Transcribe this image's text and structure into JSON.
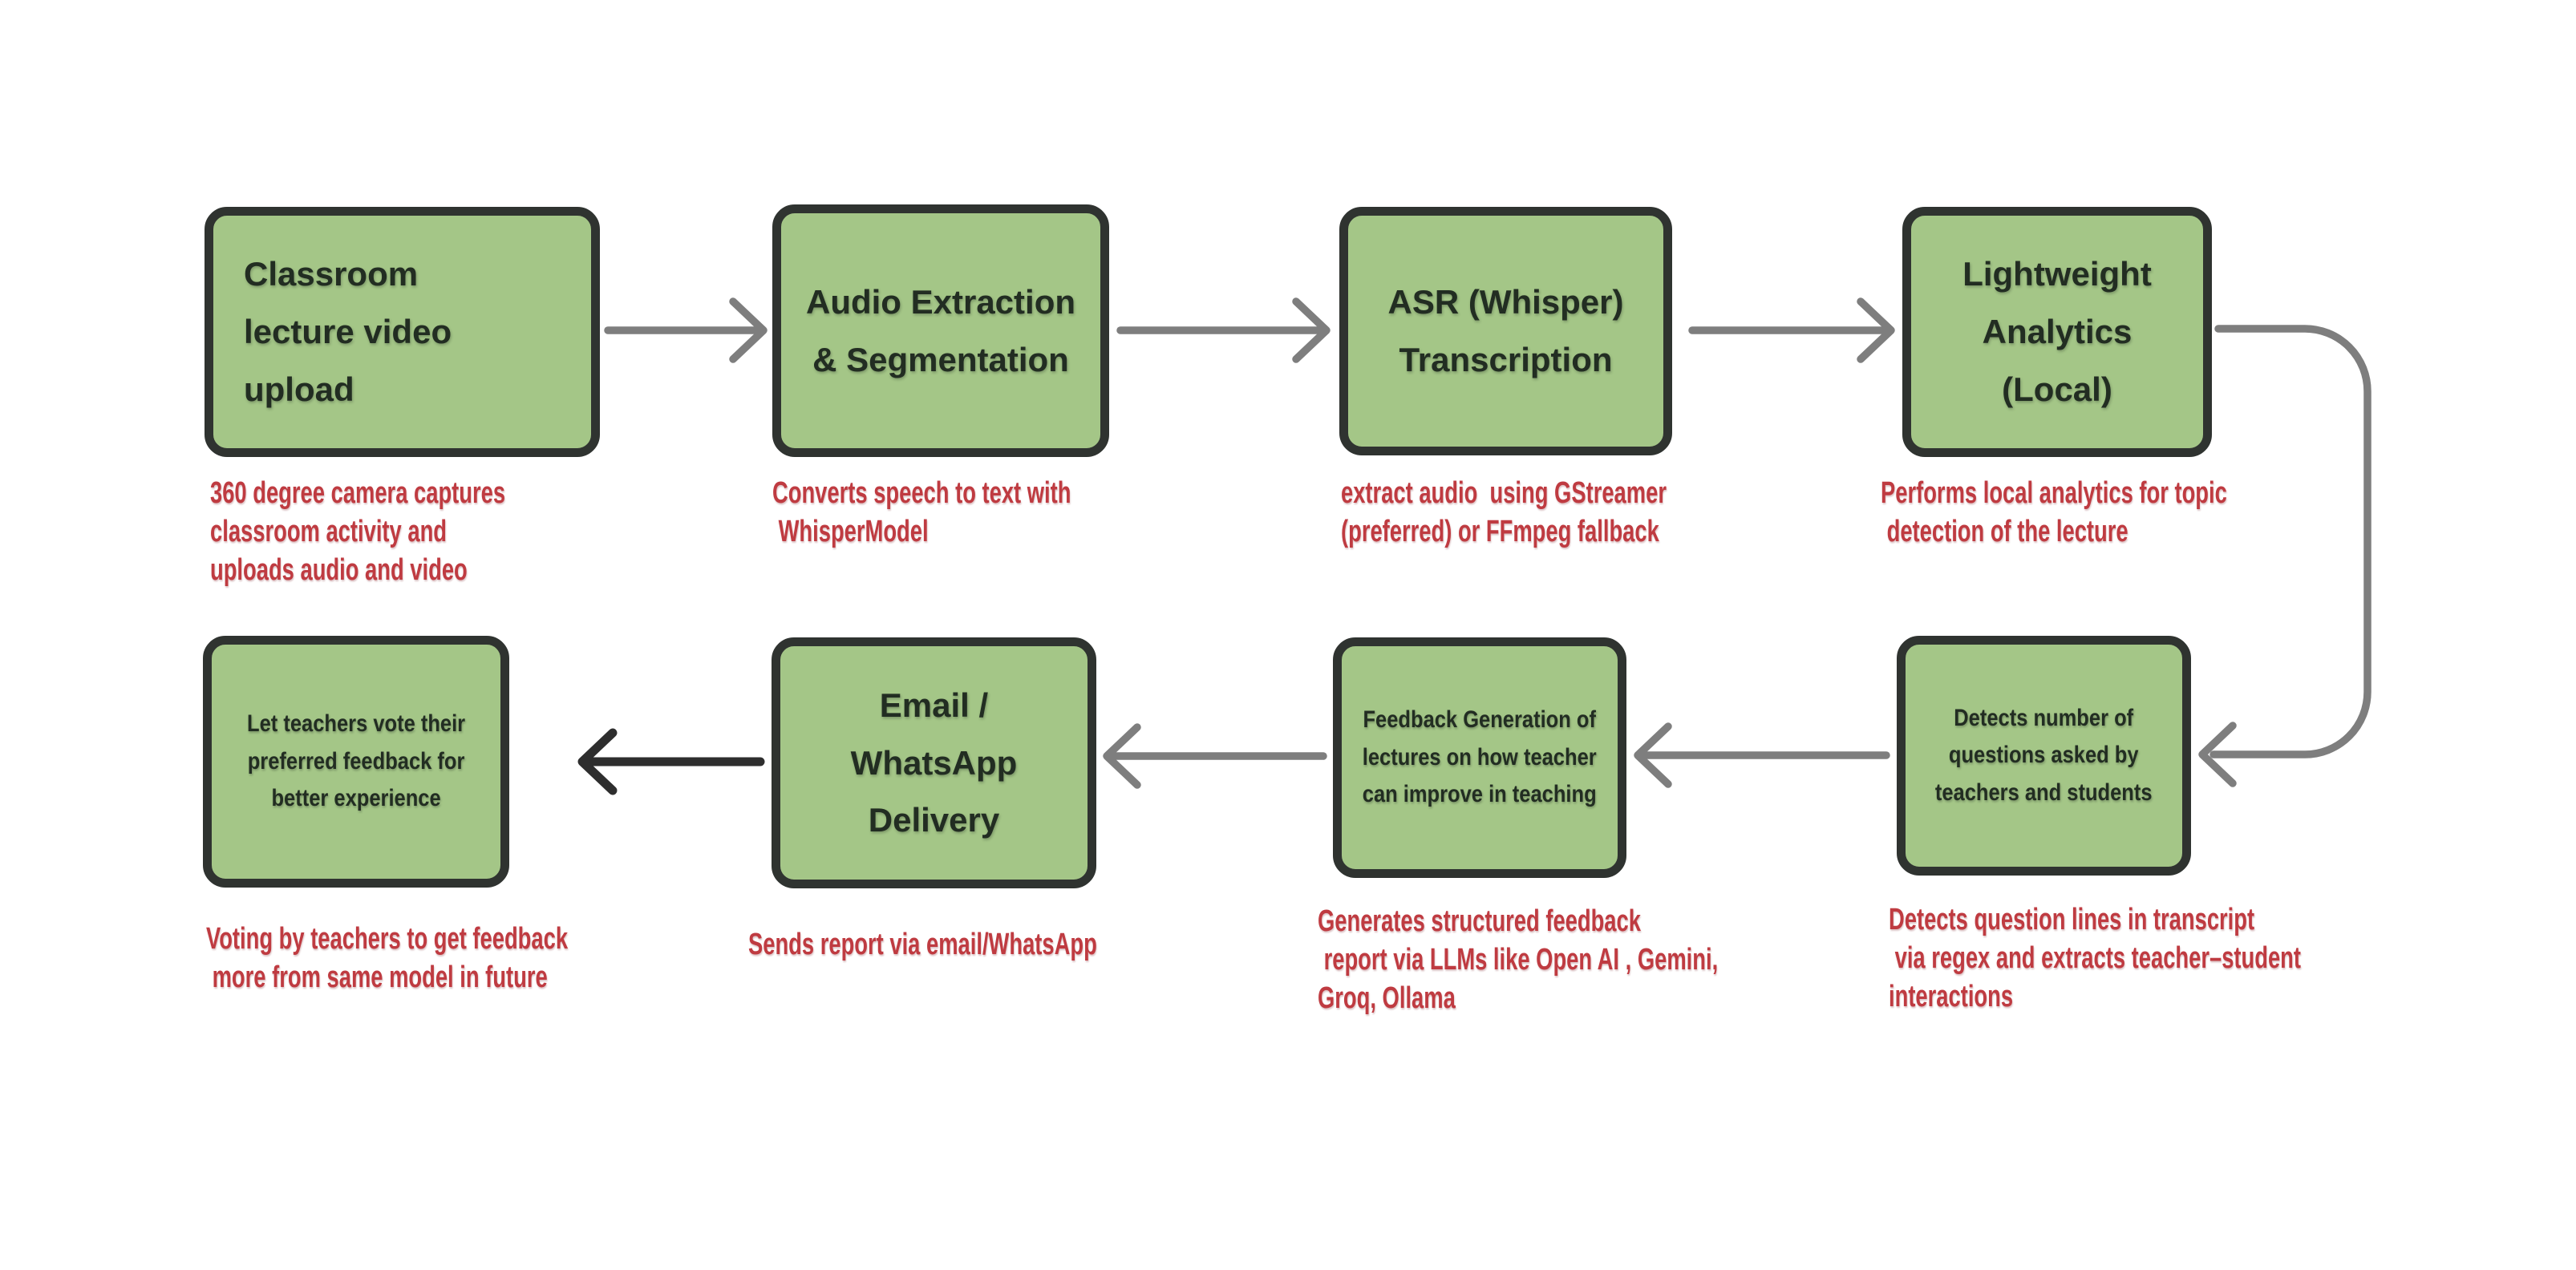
{
  "colors": {
    "background": "#ffffff",
    "node_fill": "#a4c687",
    "node_border": "#2f3330",
    "title_ink": "#222d22",
    "note_red": "#bf3b41",
    "arrow_gray": "#7e7e7e",
    "arrow_dark": "#2e2e2e"
  },
  "nodes": [
    {
      "id": "classroom-upload",
      "title": "Classroom\nlecture video\nupload",
      "note": "360 degree camera captures\nclassroom activity and\nuploads audio and video"
    },
    {
      "id": "audio-extraction",
      "title": "Audio Extraction\n& Segmentation",
      "note": "Converts speech to text with\n WhisperModel"
    },
    {
      "id": "asr-transcription",
      "title": "ASR (Whisper)\nTranscription",
      "note": "extract audio  using GStreamer\n(preferred) or FFmpeg fallback"
    },
    {
      "id": "lightweight-analytics",
      "title": "Lightweight\nAnalytics\n(Local)",
      "note": "Performs local analytics for topic\n detection of the lecture"
    },
    {
      "id": "question-detection",
      "title": "Detects number of\nquestions asked by\nteachers and students",
      "note": "Detects question lines in transcript\n via regex and extracts teacher–student\ninteractions"
    },
    {
      "id": "feedback-generation",
      "title": "Feedback Generation of\nlectures on how teacher\ncan improve in teaching",
      "note": "Generates structured feedback\n report via LLMs like Open AI , Gemini,\nGroq, Ollama"
    },
    {
      "id": "delivery",
      "title": "Email /\nWhatsApp\nDelivery",
      "note": "Sends report via email/WhatsApp"
    },
    {
      "id": "teacher-voting",
      "title": "Let teachers vote their\npreferred feedback for\nbetter experience",
      "note": "Voting by teachers to get feedback\n more from same model in future"
    }
  ],
  "arrows": [
    {
      "from": "classroom-upload",
      "to": "audio-extraction",
      "style": "gray-straight"
    },
    {
      "from": "audio-extraction",
      "to": "asr-transcription",
      "style": "gray-straight"
    },
    {
      "from": "asr-transcription",
      "to": "lightweight-analytics",
      "style": "gray-straight"
    },
    {
      "from": "lightweight-analytics",
      "to": "question-detection",
      "style": "gray-curved-loop"
    },
    {
      "from": "question-detection",
      "to": "feedback-generation",
      "style": "gray-straight"
    },
    {
      "from": "feedback-generation",
      "to": "delivery",
      "style": "gray-straight"
    },
    {
      "from": "delivery",
      "to": "teacher-voting",
      "style": "dark-straight"
    }
  ]
}
